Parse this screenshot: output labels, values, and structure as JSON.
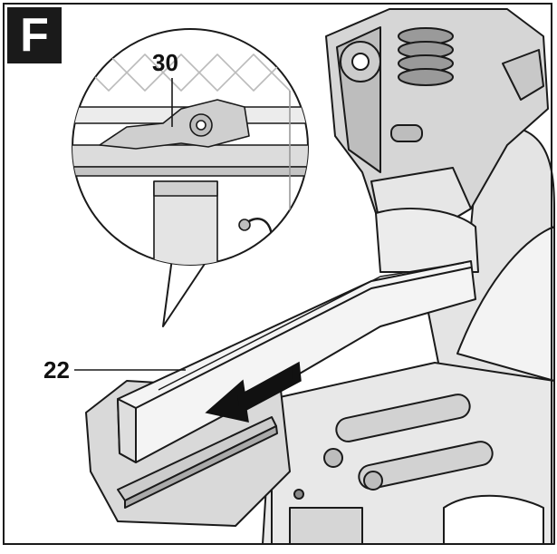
{
  "figure": {
    "letter": "F",
    "callouts": [
      {
        "id": "30",
        "label": "30"
      },
      {
        "id": "22",
        "label": "22"
      }
    ]
  },
  "colors": {
    "line": "#1a1a1a",
    "fill_light": "#efefef",
    "fill_mid": "#cfcfcf",
    "fill_dark": "#8a8a8a",
    "background": "#ffffff"
  },
  "icons": [
    "arrow-left-icon"
  ]
}
